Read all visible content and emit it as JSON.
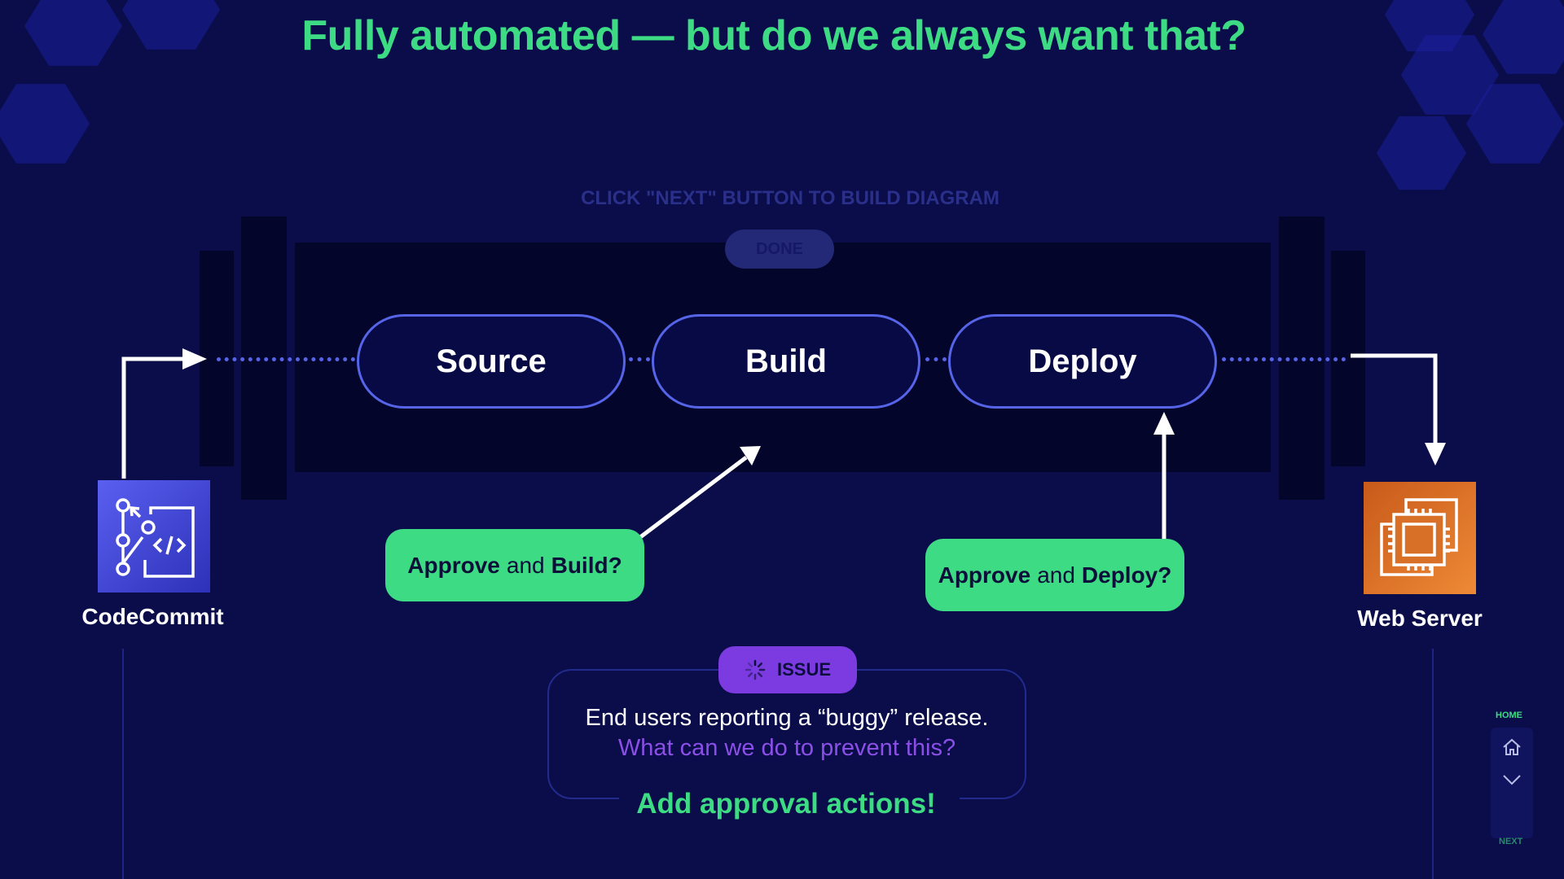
{
  "title": "Fully automated — but do we always want that?",
  "hint": "CLICK \"NEXT\" BUTTON TO BUILD DIAGRAM",
  "done_label": "DONE",
  "pipeline": {
    "stages": [
      "Source",
      "Build",
      "Deploy"
    ]
  },
  "approvals": [
    {
      "verb": "Approve",
      "and": "and",
      "target": "Build?"
    },
    {
      "verb": "Approve",
      "and": "and",
      "target": "Deploy?"
    }
  ],
  "services": {
    "source": {
      "label": "CodeCommit",
      "icon": "codecommit-icon",
      "color": "#3f48cc"
    },
    "target": {
      "label": "Web Server",
      "icon": "ec2-chip-icon",
      "color": "#e0762b"
    }
  },
  "issue": {
    "badge": "ISSUE",
    "line1": "End users reporting a “buggy” release.",
    "line2": "What can we do to prevent this?",
    "cta": "Add approval actions!"
  },
  "nav": {
    "home_label": "HOME",
    "next_label": "NEXT"
  },
  "colors": {
    "background": "#0a0d4a",
    "accent_green": "#3ddc84",
    "stage_border": "#5664e8",
    "issue_purple": "#7b3be0"
  }
}
